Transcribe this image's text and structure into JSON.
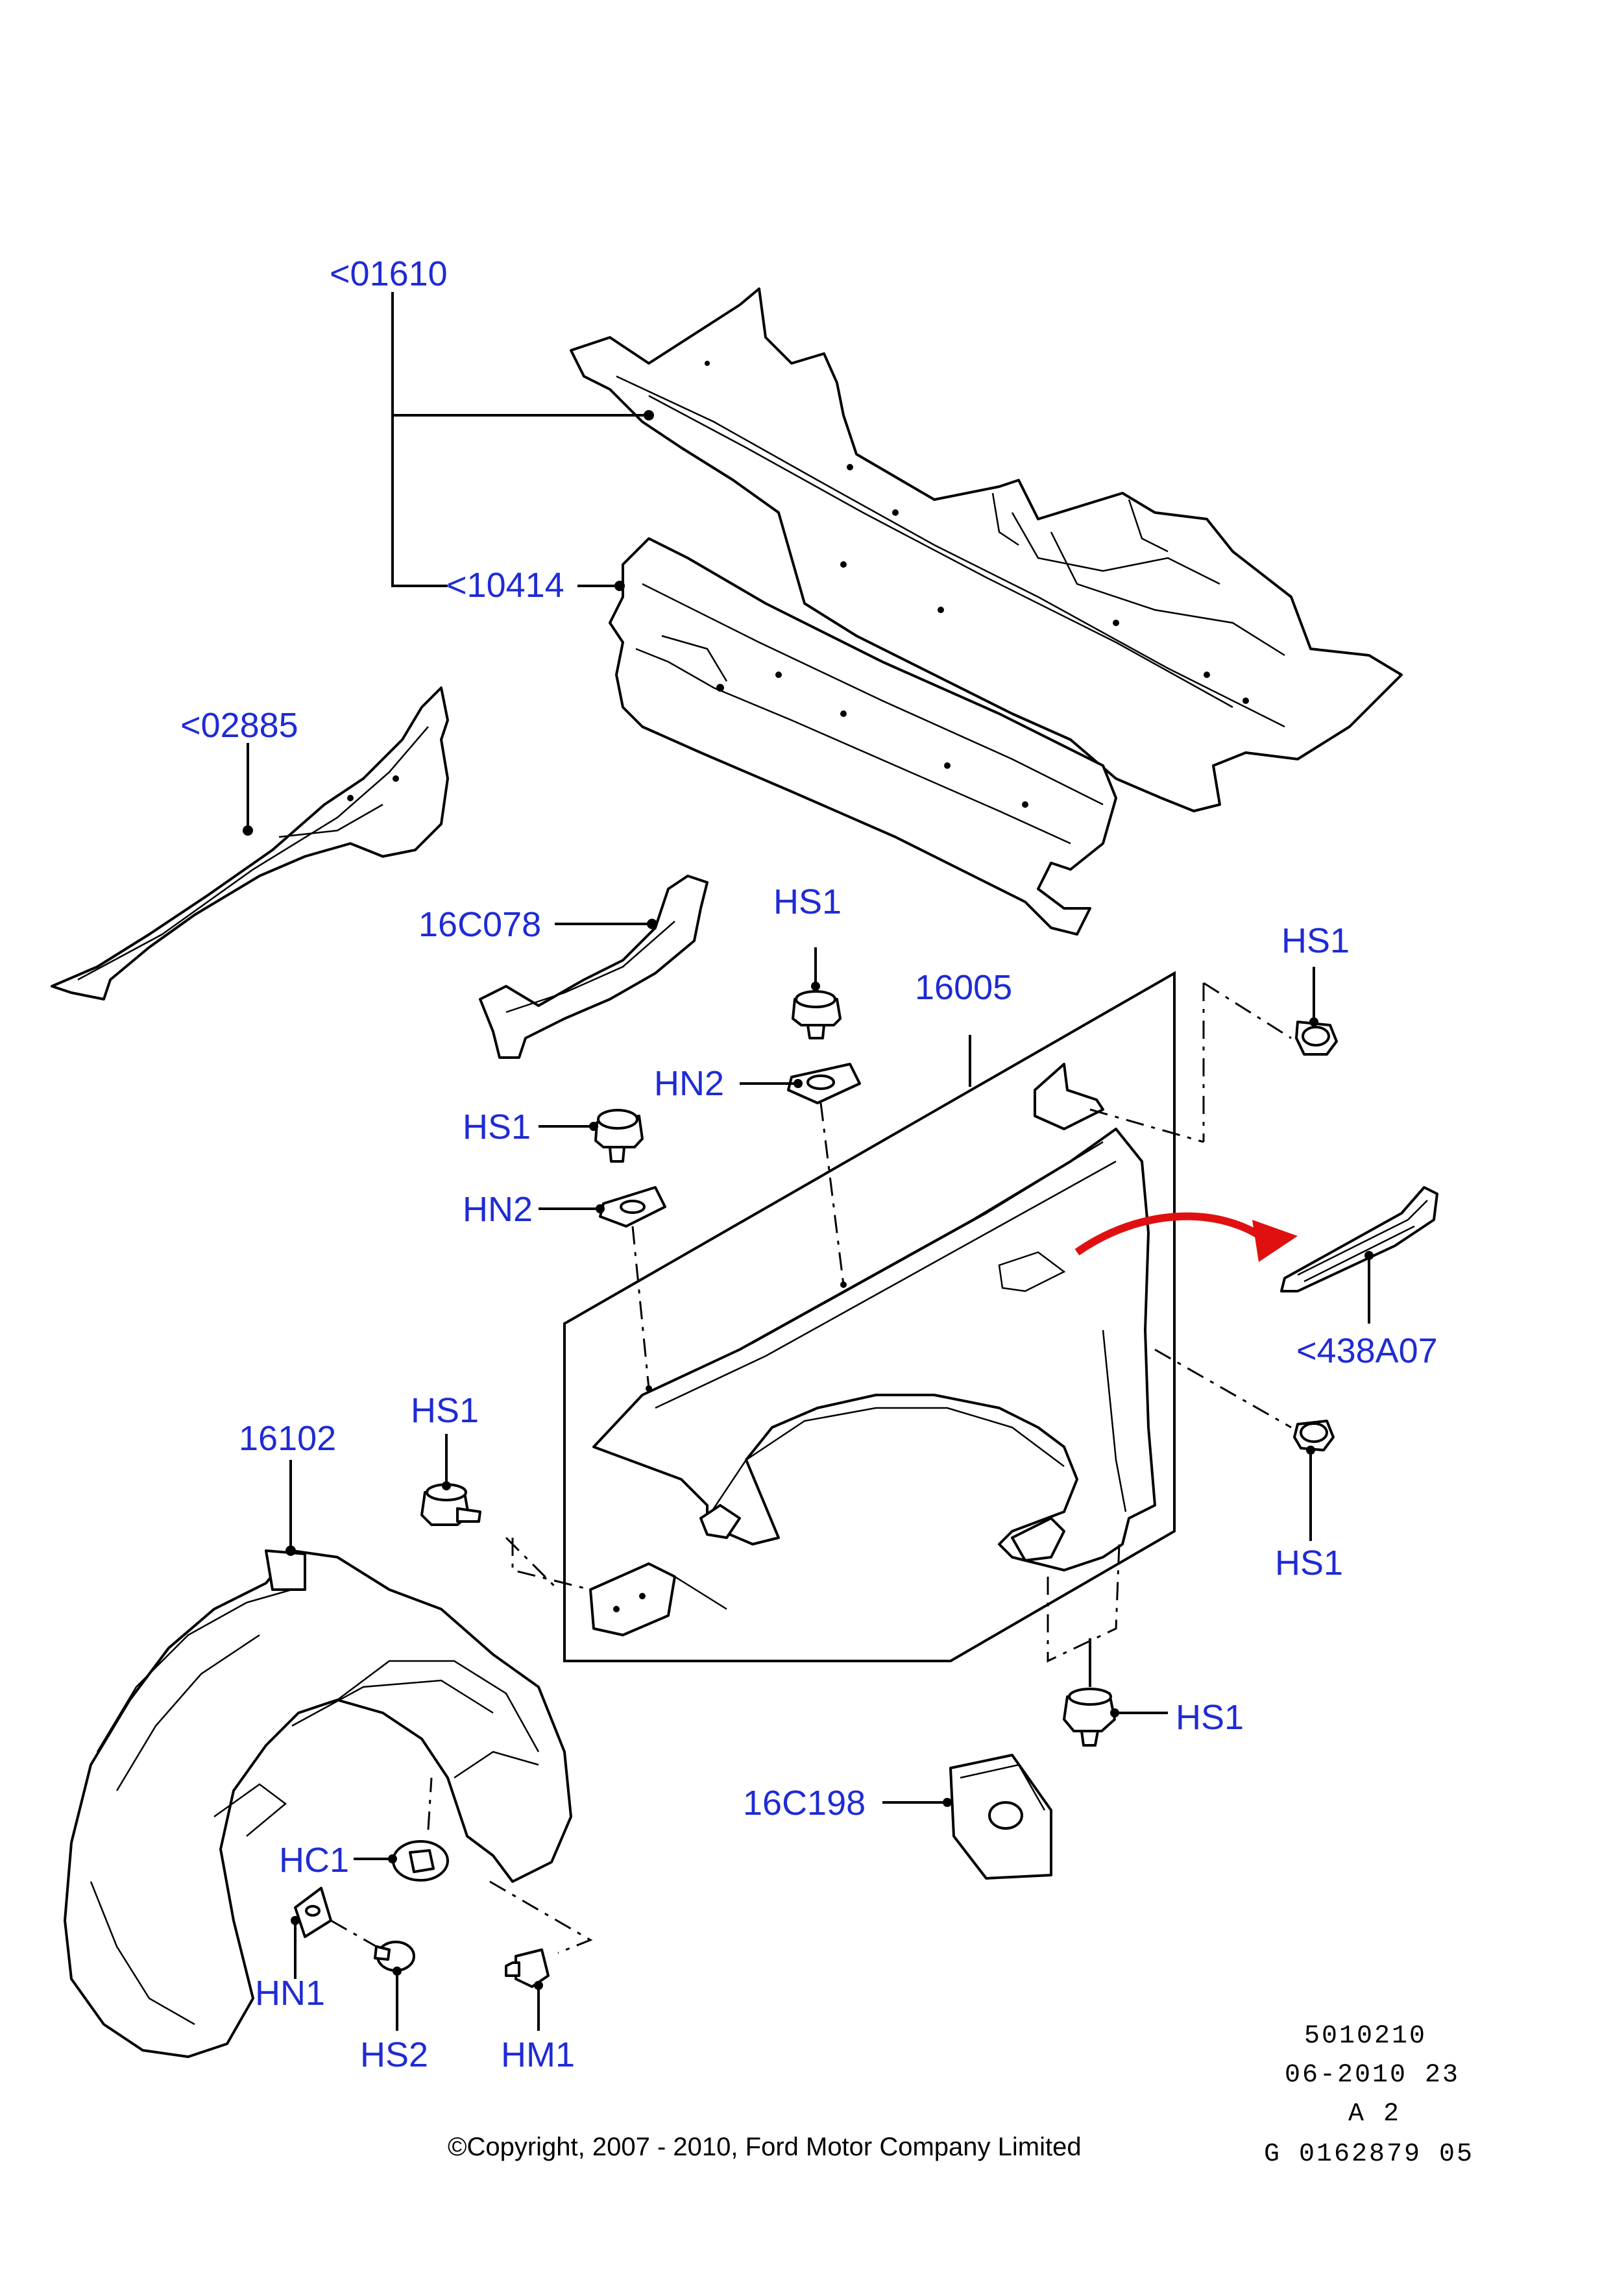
{
  "labels": {
    "part_01610": "<01610",
    "part_10414": "<10414",
    "part_02885": "<02885",
    "part_16C078": "16C078",
    "hs1_top": "HS1",
    "part_16005": "16005",
    "hs1_right_top": "HS1",
    "hn2_center": "HN2",
    "hs1_left": "HS1",
    "hn2_left": "HN2",
    "part_438A07": "<438A07",
    "part_16102": "16102",
    "hs1_mid_left": "HS1",
    "hs1_right_low": "HS1",
    "hs1_bottom": "HS1",
    "part_16C198": "16C198",
    "hc1": "HC1",
    "hn1": "HN1",
    "hs2": "HS2",
    "hm1": "HM1"
  },
  "footer": {
    "copyright": "©Copyright, 2007 - 2010, Ford Motor Company Limited",
    "ref_line1": "5010210",
    "ref_line2": "06-2010 23",
    "ref_line3": "A 2",
    "ref_line4": "G 0162879 05"
  },
  "colors": {
    "label": "#1f2bd4",
    "arrow": "#e01010",
    "line": "#000000"
  }
}
